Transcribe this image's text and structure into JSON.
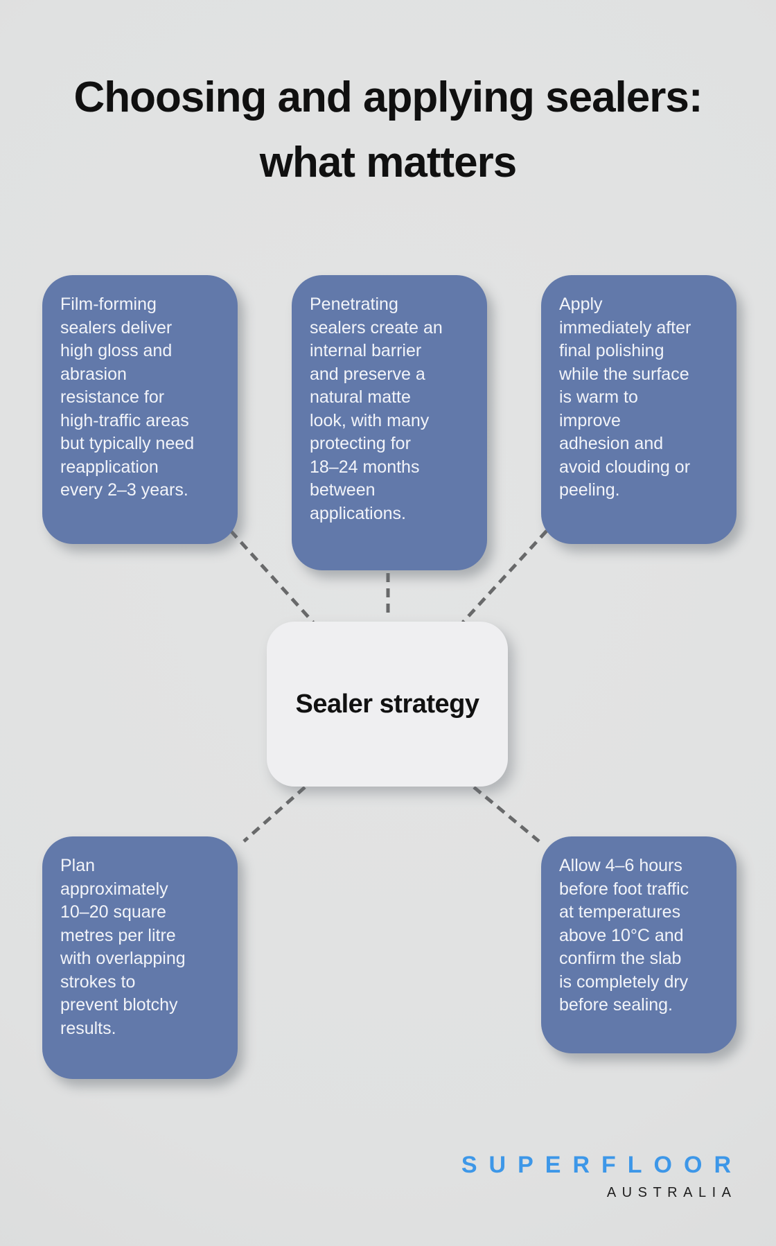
{
  "title": {
    "line1": "Choosing and applying sealers:",
    "line2": "what matters"
  },
  "diagram": {
    "center_label": "Sealer strategy",
    "branches": [
      {
        "name": "film-forming-sealers",
        "text": "Film-forming\nsealers deliver\nhigh gloss and\nabrasion\nresistance for\nhigh-traffic areas\nbut typically need\nreapplication\nevery 2–3 years."
      },
      {
        "name": "penetrating-sealers",
        "text": "Penetrating\nsealers create an\ninternal barrier\nand preserve a\nnatural matte\nlook, with many\nprotecting for\n18–24 months\nbetween\napplications."
      },
      {
        "name": "apply-while-warm",
        "text": "Apply\nimmediately after\nfinal polishing\nwhile the surface\nis warm to\nimprove\nadhesion and\navoid clouding or\npeeling."
      },
      {
        "name": "coverage-planning",
        "text": "Plan\napproximately\n10–20 square\nmetres per litre\nwith overlapping\nstrokes to\nprevent blotchy\nresults."
      },
      {
        "name": "curing-conditions",
        "text": "Allow 4–6 hours\nbefore foot traffic\nat temperatures\nabove 10°C and\nconfirm the slab\nis completely dry\nbefore sealing."
      }
    ]
  },
  "logo": {
    "brand": "SUPERFLOOR",
    "region": "AUSTRALIA"
  },
  "colors": {
    "background": "#e0e1e1",
    "branch_fill": "#6279aa",
    "branch_text": "#f2f4f9",
    "center_fill": "#efeff1",
    "center_text": "#111111",
    "connector": "#68696a",
    "title_text": "#101010",
    "logo_blue": "#3d97e8",
    "logo_dark": "#1e1e1e"
  }
}
